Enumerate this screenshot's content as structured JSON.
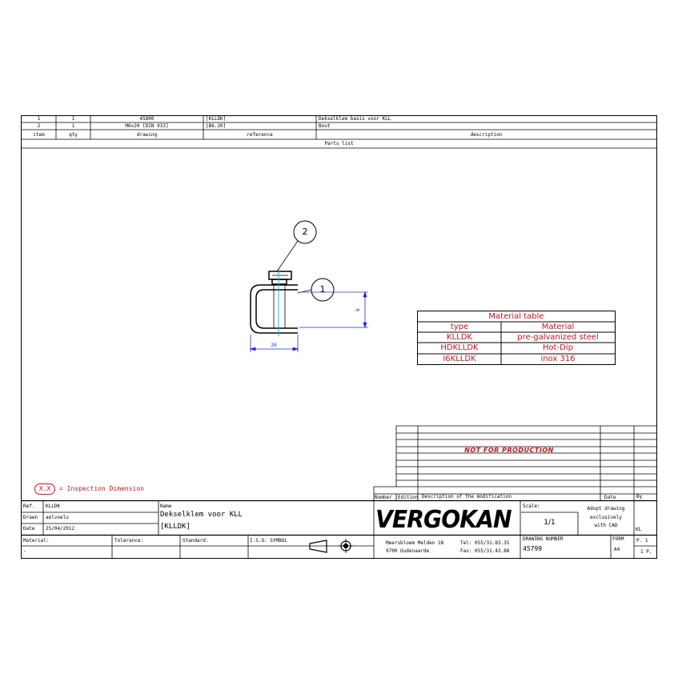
{
  "parts_list": {
    "title": "Parts list",
    "headers": {
      "item": "item",
      "qty": "qty",
      "drawing": "drawing",
      "reference": "reference",
      "description": "description"
    },
    "rows": [
      {
        "item": "1",
        "qty": "1",
        "drawing": "45800",
        "reference": "[KLLDK]",
        "description": "Dekselklem basis voor KLL"
      },
      {
        "item": "2",
        "qty": "1",
        "drawing": "M6x20 [DIN 933]",
        "reference": "[B6.20]",
        "description": "Bout"
      }
    ]
  },
  "balloons": [
    "2",
    "1"
  ],
  "dimensions": {
    "width": "20",
    "height": "6"
  },
  "material_table": {
    "title": "Material table",
    "headers": [
      "type",
      "Material"
    ],
    "rows": [
      [
        "KLLDK",
        "pre-galvanized steel"
      ],
      [
        "HDKLLDK",
        "Hot-Dip"
      ],
      [
        "I6KLLDK",
        "inox 316"
      ]
    ]
  },
  "stamp": "NOT FOR PRODUCTION",
  "inspection": {
    "symbol": "X.X",
    "label": "= Inspection Dimension"
  },
  "revision_headers": {
    "number": "Number",
    "edition": "Edition",
    "description": "Description of the modification",
    "date": "Date",
    "by": "By"
  },
  "title_block": {
    "ref_label": "Ref.",
    "ref": "KLLDK",
    "drawn_label": "Drawn",
    "drawn": "aelvoelu",
    "date_label": "Date",
    "date": "25/04/2012",
    "name_label": "Name",
    "name_line1": "Dekselklem voor KLL",
    "name_line2": "[KLLDK]",
    "material_label": "Material:",
    "material": "-",
    "tolerance_label": "Tolerance:",
    "standard_label": "Standard:",
    "iso_label": "I.S.O. SYMBOL",
    "logo": "VERGOKAN",
    "address1": "Meersbloem Melden 18",
    "address2": "9700 Oudenaarde",
    "tel": "Tel: 055/31.83.35",
    "fax": "Fax: 055/31.43.88",
    "scale_label": "Scale:",
    "scale": "1/1",
    "adopt": [
      "Adopt drawing",
      "exclusively",
      "with CAD"
    ],
    "kl": "KL",
    "drawing_number_label": "DRAWING NUMBER",
    "drawing_number": "45799",
    "form_label": "FORM",
    "form": "A4",
    "page": "P. 1",
    "pages": "1 P."
  }
}
